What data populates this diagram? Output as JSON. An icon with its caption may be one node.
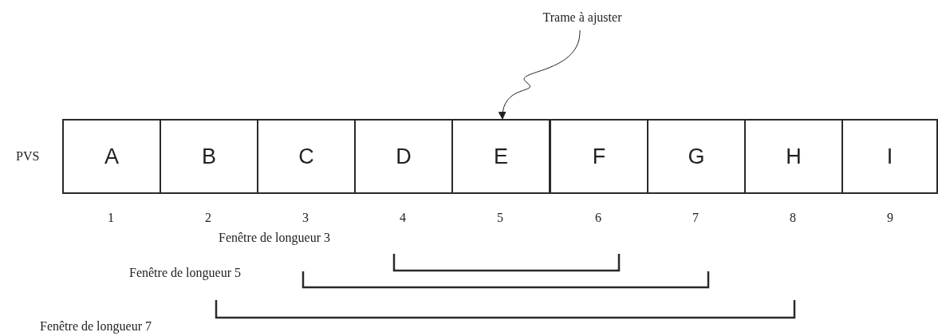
{
  "diagram": {
    "nodes": [
      {
        "text": [
          "Trame à ajuster"
        ]
      },
      {
        "text": [
          "A"
        ]
      },
      {
        "text": [
          "B"
        ]
      },
      {
        "text": [
          "C"
        ]
      },
      {
        "text": [
          "D"
        ]
      },
      {
        "text": [
          "E"
        ]
      },
      {
        "text": [
          "F"
        ]
      },
      {
        "text": [
          "G"
        ]
      },
      {
        "text": [
          "H"
        ]
      },
      {
        "text": [
          "I"
        ]
      }
    ],
    "edges": [
      {
        "from": 0,
        "to": 5,
        "arrow": "to"
      }
    ],
    "labels": [
      "PVS",
      "1",
      "2",
      "3",
      "4",
      "5",
      "6",
      "7",
      "8",
      "9",
      "Fenêtre de longueur 3",
      "Fenêtre de longueur 5",
      "Fenêtre de longueur 7"
    ]
  }
}
